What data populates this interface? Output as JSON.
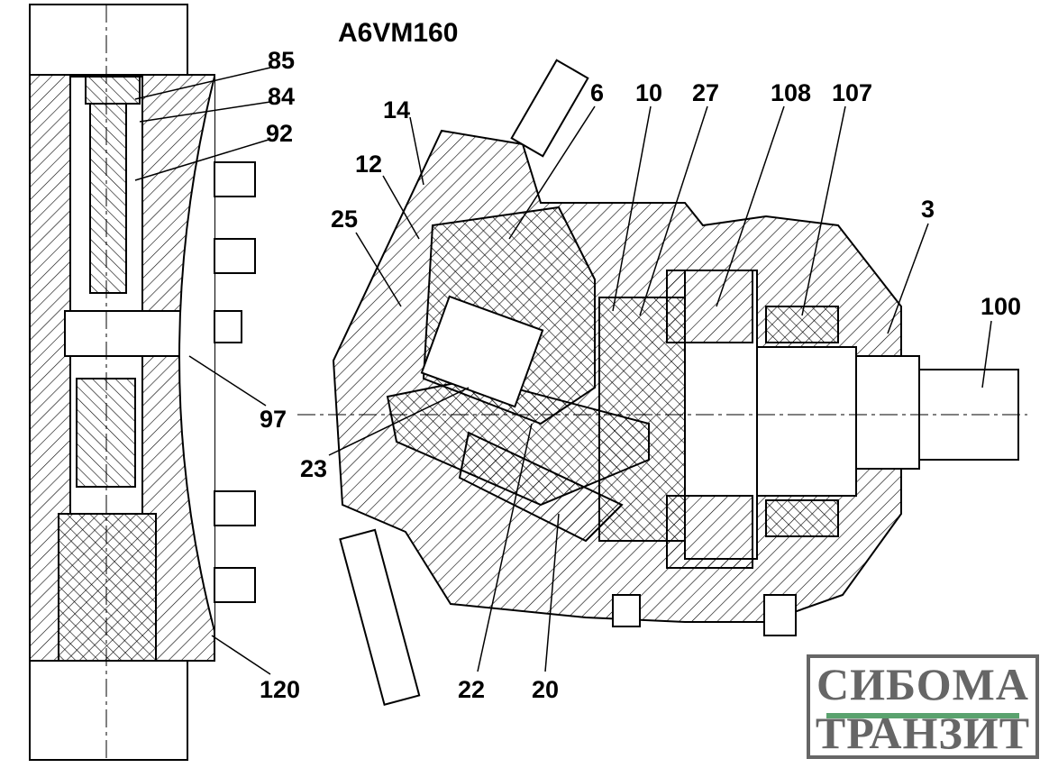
{
  "title": "A6VM160",
  "callouts": [
    "85",
    "84",
    "92",
    "14",
    "6",
    "10",
    "27",
    "108",
    "107",
    "12",
    "25",
    "3",
    "100",
    "97",
    "23",
    "22",
    "20",
    "120"
  ],
  "logo": {
    "line1": "СИБОМА",
    "line2": "ТРАНЗИТ",
    "bar_color": "#5aa26e",
    "text_color": "#666666"
  }
}
